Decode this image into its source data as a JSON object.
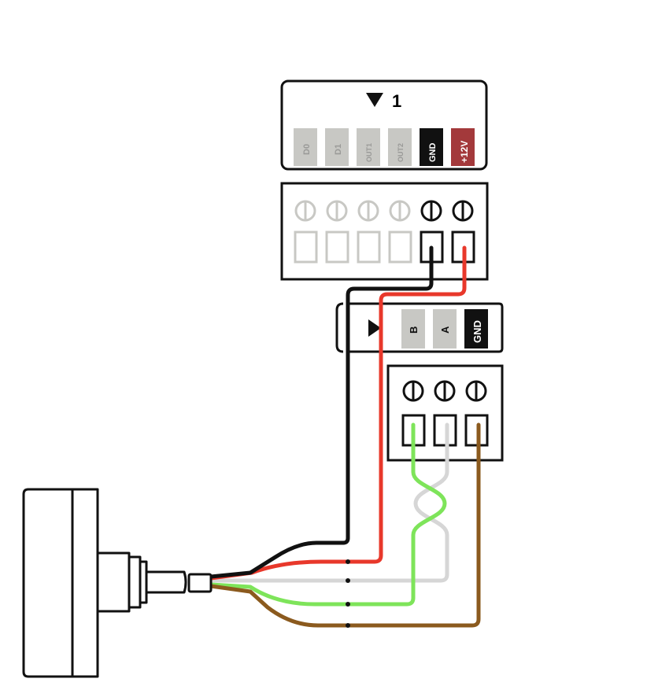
{
  "controller": {
    "number": "1",
    "pins": [
      {
        "label": "D0",
        "active": false
      },
      {
        "label": "D1",
        "active": false
      },
      {
        "label": "OUT1",
        "active": false
      },
      {
        "label": "OUT2",
        "active": false
      },
      {
        "label": "GND",
        "active": true
      },
      {
        "label": "+12V",
        "active": true
      }
    ]
  },
  "reader": {
    "pins": [
      {
        "label": "B"
      },
      {
        "label": "A"
      },
      {
        "label": "GND"
      }
    ]
  },
  "colors": {
    "inactive_pin": "#c8c8c4",
    "gnd_pin": "#111111",
    "power_pin": "#a3393b",
    "wire_black": "#111111",
    "wire_red": "#e8382b",
    "wire_white": "#d6d6d6",
    "wire_green": "#7ee45a",
    "wire_brown": "#8b5a1e"
  }
}
